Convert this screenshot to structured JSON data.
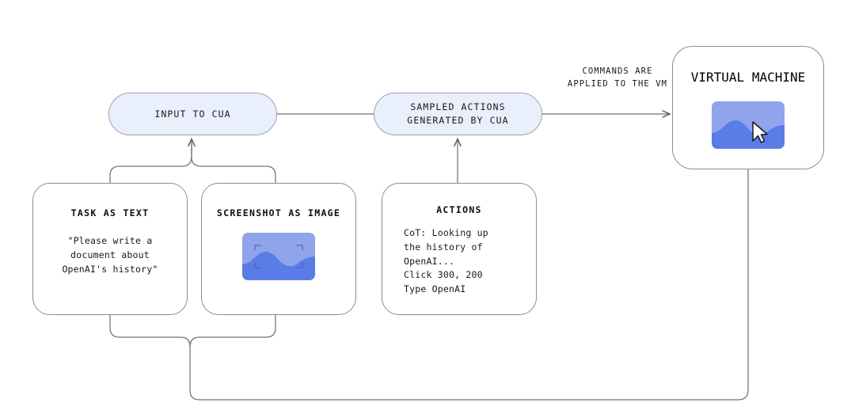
{
  "diagram": {
    "title": "CUA loop diagram",
    "colors": {
      "pill_fill": "#e9effb",
      "pill_stroke": "#9aa3b4",
      "card_stroke": "#8a8d93",
      "wire": "#6f7278",
      "thumb_sky": "#8fa4ea",
      "thumb_wave": "#5a7ce6",
      "text": "#17181c"
    },
    "pills": [
      {
        "id": "input-to-cua",
        "label": "INPUT TO CUA"
      },
      {
        "id": "sampled-actions",
        "label": "SAMPLED ACTIONS\nGENERATED BY CUA"
      }
    ],
    "edge_labels": [
      {
        "id": "commands-applied",
        "text": "COMMANDS ARE\nAPPLIED TO THE VM"
      }
    ],
    "cards": [
      {
        "id": "task-as-text",
        "title": "TASK AS TEXT",
        "body": "\"Please write a\ndocument about\nOpenAI's history\"",
        "align": "center",
        "has_thumbnail": false
      },
      {
        "id": "screenshot-as-image",
        "title": "SCREENSHOT AS IMAGE",
        "body": "",
        "align": "center",
        "has_thumbnail": true,
        "thumbnail_kind": "screenshot-crop-brackets"
      },
      {
        "id": "actions",
        "title": "ACTIONS",
        "body": "CoT: Looking up\nthe history of\nOpenAI...\nClick 300, 200\nType OpenAI",
        "align": "left",
        "has_thumbnail": false
      }
    ],
    "vm": {
      "id": "virtual-machine",
      "title": "VIRTUAL MACHINE",
      "thumbnail_kind": "desktop-with-cursor"
    }
  }
}
